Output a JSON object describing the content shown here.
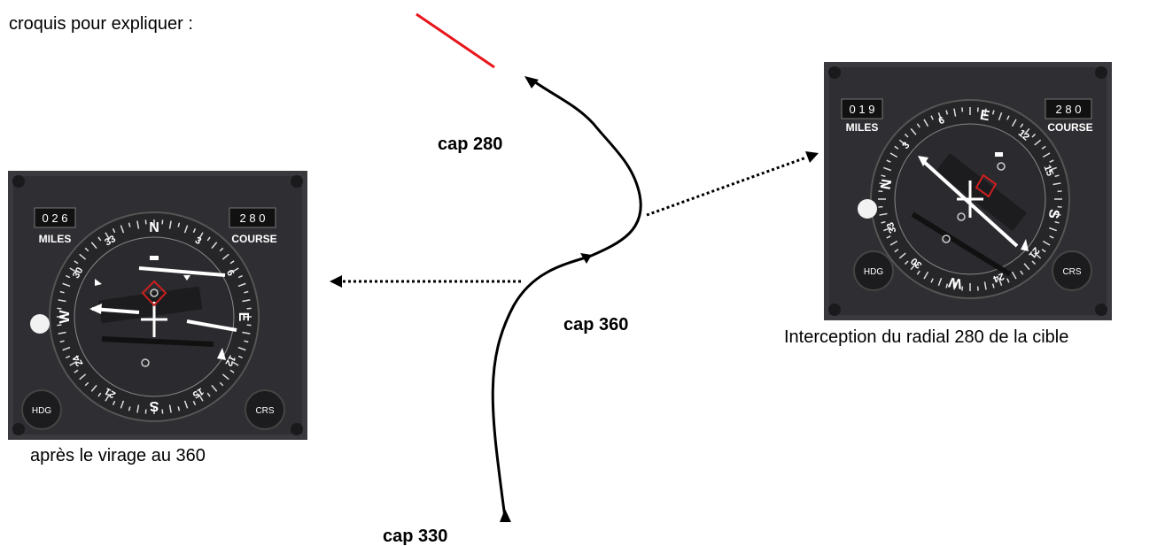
{
  "intro_text": "croquis pour expliquer :",
  "labels": {
    "cap_280": "cap 280",
    "cap_360": "cap 360",
    "cap_330": "cap 330"
  },
  "left_instrument": {
    "miles": "0 2 6",
    "miles_label": "MILES",
    "course": "2 8 0",
    "course_label": "COURSE",
    "hdg_label": "HDG",
    "crs_label": "CRS",
    "caption": "après le virage au 360"
  },
  "right_instrument": {
    "miles": "0 1 9",
    "miles_label": "MILES",
    "course": "2 8 0",
    "course_label": "COURSE",
    "hdg_label": "HDG",
    "crs_label": "CRS",
    "caption": "Interception du radial 280 de la cible"
  },
  "compass_marks": [
    "N",
    "3",
    "6",
    "E",
    "12",
    "15",
    "S",
    "21",
    "24",
    "W",
    "30",
    "33"
  ],
  "colors": {
    "radial_line": "#e8151b",
    "path": "#000000",
    "bezel": "#3a3a3e",
    "face": "#2b2b2f",
    "marking": "#ffffff",
    "bug": "#cc1f1f"
  }
}
